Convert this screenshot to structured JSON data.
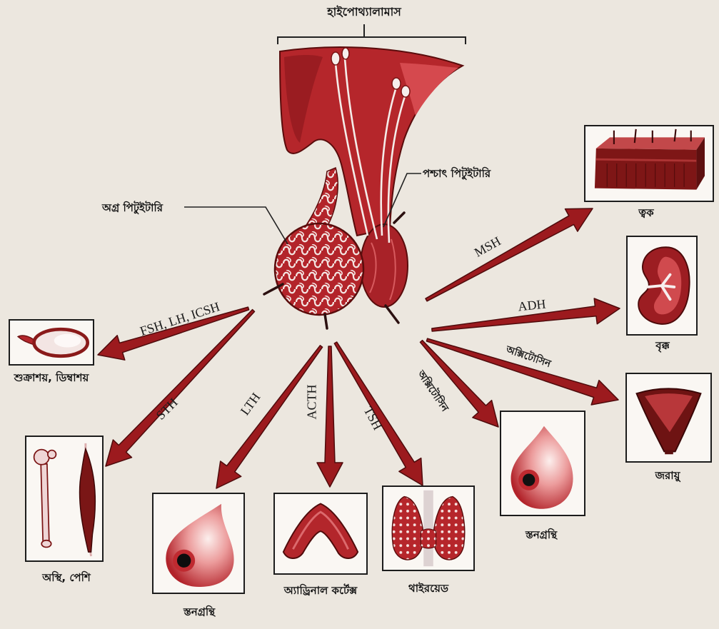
{
  "diagram": {
    "hypothalamus_label": "হাইপোথ্যালামাস",
    "anterior_pituitary_label": "অগ্র পিটুইটারি",
    "posterior_pituitary_label": "পশ্চাৎ পিটুইটারি"
  },
  "hormones": {
    "msh": "MSH",
    "adh": "ADH",
    "oxytocin_uterus": "অক্সিটোসিন",
    "oxytocin_breast": "অক্সিটোসিন",
    "tsh": "TSH",
    "acth": "ACTH",
    "lth": "LTH",
    "sth": "STH",
    "fsh_lh_icsh": "FSH, LH, ICSH"
  },
  "targets": {
    "skin": "ত্বক",
    "kidney": "বৃক্ক",
    "uterus": "জরায়ু",
    "mammary_right": "স্তনগ্রন্থি",
    "thyroid": "থাইরয়েড",
    "adrenal_cortex": "অ্যাড্রিনাল কর্টেক্স",
    "mammary_left": "স্তনগ্রন্থি",
    "bone_muscle": "অস্থি, পেশি",
    "gonads": "শুক্রাশয়, ডিম্বাশয়"
  },
  "colors": {
    "arrow": "#9c1a1e",
    "arrow_outline": "#4e0b0c",
    "tissue": "#b5262b"
  }
}
